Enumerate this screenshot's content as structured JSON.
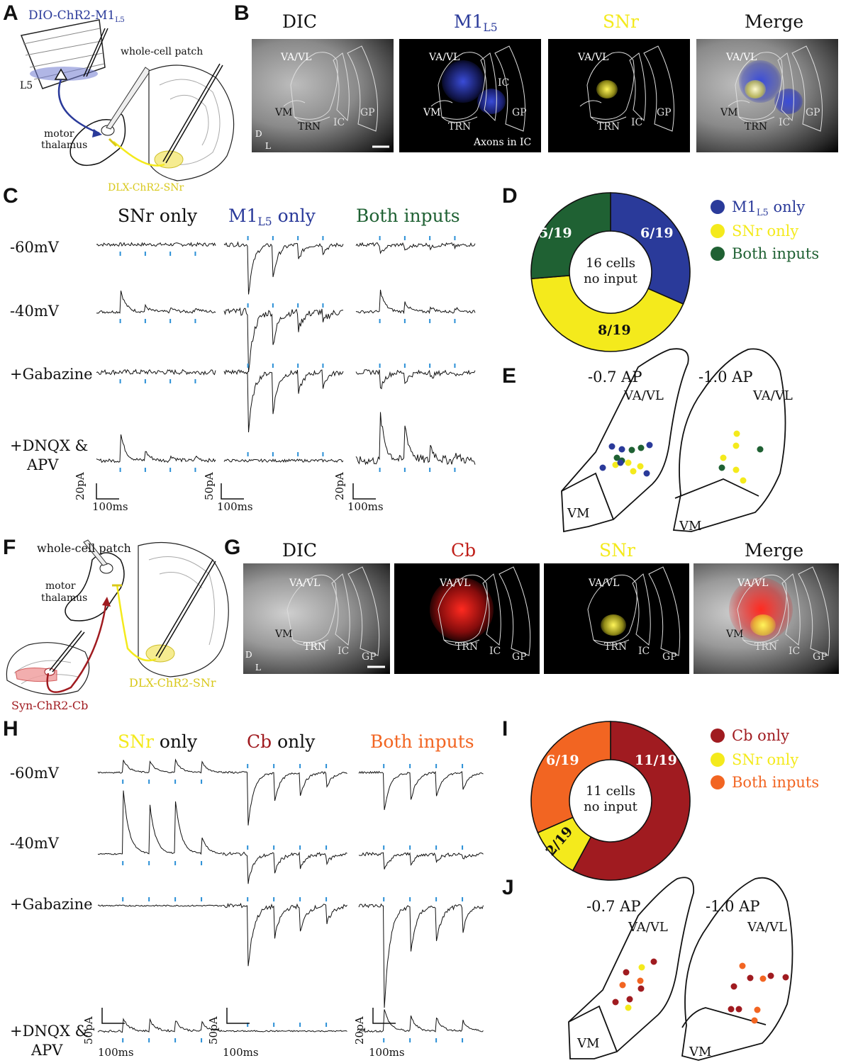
{
  "panels": {
    "A": {
      "label": "A",
      "virus": "DIO-ChR2-M1",
      "virus_sub": "L5",
      "whole_cell": "whole-cell patch",
      "layer": "L5",
      "motor": "motor",
      "thalamus": "thalamus",
      "dlx": "DLX-ChR2-SNr"
    },
    "B": {
      "label": "B",
      "cols": [
        "DIC",
        "M1",
        "SNr",
        "Merge"
      ],
      "m1_sub": "L5",
      "regions": {
        "vavl": "VA/VL",
        "vm": "VM",
        "trn": "TRN",
        "ic": "IC",
        "gp": "GP"
      },
      "axons": "Axons in IC",
      "axis_d": "D",
      "axis_l": "L"
    },
    "C": {
      "label": "C",
      "cols": [
        "SNr only",
        "M1",
        "Both inputs"
      ],
      "m1_sub": "L5",
      "m1_suffix": " only",
      "rows": [
        "-60mV",
        "-40mV",
        "+Gabazine",
        "+DNQX &",
        "APV"
      ],
      "scale": [
        {
          "v": "20pA",
          "h": "100ms"
        },
        {
          "v": "50pA",
          "h": "100ms"
        },
        {
          "v": "20pA",
          "h": "100ms"
        }
      ]
    },
    "D": {
      "label": "D",
      "center_line1": "16 cells",
      "center_line2": "no input",
      "slices": [
        {
          "name": "M1L5 only",
          "frac": "6/19",
          "value": 6,
          "color": "#2a3a9a"
        },
        {
          "name": "SNr only",
          "frac": "8/19",
          "value": 8,
          "color": "#f4ea1c"
        },
        {
          "name": "Both inputs",
          "frac": "5/19",
          "value": 5,
          "color": "#1f6133"
        }
      ],
      "legend": [
        {
          "text": "M1",
          "sub": "L5",
          "suffix": " only",
          "color": "#2a3a9a"
        },
        {
          "text": "SNr only",
          "color": "#f4ea1c"
        },
        {
          "text": "Both inputs",
          "color": "#1f6133"
        }
      ]
    },
    "E": {
      "label": "E",
      "ap1": "-0.7 AP",
      "ap2": "-1.0 AP",
      "vavl": "VA/VL",
      "vm": "VM"
    },
    "F": {
      "label": "F",
      "whole_cell": "whole-cell patch",
      "motor": "motor",
      "thalamus": "thalamus",
      "syn": "Syn-ChR2-Cb",
      "dlx": "DLX-ChR2-SNr"
    },
    "G": {
      "label": "G",
      "cols": [
        "DIC",
        "Cb",
        "SNr",
        "Merge"
      ],
      "regions": {
        "vavl": "VA/VL",
        "vm": "VM",
        "trn": "TRN",
        "ic": "IC",
        "gp": "GP"
      },
      "axis_d": "D",
      "axis_l": "L"
    },
    "H": {
      "label": "H",
      "col1_a": "SNr",
      "col1_b": " only",
      "col2_a": "Cb",
      "col2_b": " only",
      "col3": "Both inputs",
      "rows": [
        "-60mV",
        "-40mV",
        "+Gabazine",
        "+DNQX &",
        "APV"
      ],
      "scale": [
        {
          "v": "50pA",
          "h": "100ms"
        },
        {
          "v": "50pA",
          "h": "100ms"
        },
        {
          "v": "20pA",
          "h": "100ms"
        }
      ]
    },
    "I": {
      "label": "I",
      "center_line1": "11 cells",
      "center_line2": "no input",
      "slices": [
        {
          "name": "Cb only",
          "frac": "11/19",
          "value": 11,
          "color": "#a01b20"
        },
        {
          "name": "SNr only",
          "frac": "2/19",
          "value": 2,
          "color": "#f4ea1c"
        },
        {
          "name": "Both inputs",
          "frac": "6/19",
          "value": 6,
          "color": "#f26522"
        }
      ],
      "legend": [
        {
          "text": "Cb only",
          "color": "#a01b20"
        },
        {
          "text": "SNr only",
          "color": "#f4ea1c"
        },
        {
          "text": "Both inputs",
          "color": "#f26522"
        }
      ]
    },
    "J": {
      "label": "J",
      "ap1": "-0.7 AP",
      "ap2": "-1.0 AP",
      "vavl": "VA/VL",
      "vm": "VM"
    }
  },
  "colors": {
    "blue": "#2a3a9a",
    "yellow": "#f4ea1c",
    "green": "#1f6133",
    "red": "#a01b20",
    "orange": "#f26522",
    "stim": "#2a8fd6"
  }
}
